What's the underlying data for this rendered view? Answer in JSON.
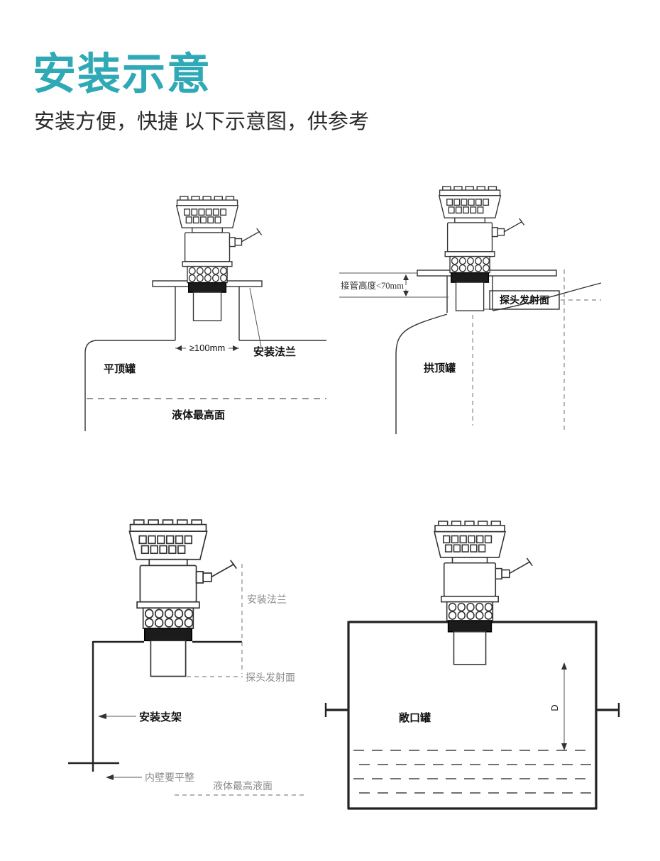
{
  "page": {
    "title": "安装示意",
    "subtitle": "安装方便，快捷 以下示意图，供参考",
    "accent_color": "#2FA9B6",
    "text_color": "#2b2b2b",
    "line_color": "#333333"
  },
  "diagrams": {
    "flat_top": {
      "dim_label": "≥100mm",
      "flange_label": "安装法兰",
      "tank_label": "平顶罐",
      "liquid_label": "液体最高面"
    },
    "arch_top": {
      "pipe_height_label": "接管高度<70mm",
      "probe_face_label": "探头发射面",
      "tank_label": "拱顶罐"
    },
    "bracket": {
      "flange_label": "安装法兰",
      "probe_face_label": "探头发射面",
      "bracket_label": "安装支架",
      "wall_label": "内壁要平整",
      "liquid_label": "液体最高液面"
    },
    "open_tank": {
      "tank_label": "敞口罐",
      "depth_label": "D"
    }
  }
}
